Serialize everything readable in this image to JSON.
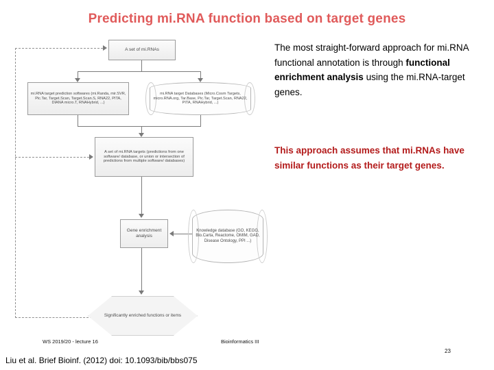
{
  "slide": {
    "title": "Predicting mi.RNA function based on target genes",
    "title_color": "#e05a5a"
  },
  "text_blocks": {
    "black_paragraph": {
      "part1": "The most straight-forward approach for mi.RNA functional annotation is through ",
      "bold": "functional enrichment analysis",
      "part2": " using the mi.RNA-target genes."
    },
    "red_paragraph": {
      "text": "This approach assumes that mi.RNAs have similar functions as their target genes.",
      "color": "#b31b1b"
    }
  },
  "figure": {
    "nodes": {
      "mirnas": "A set of mi.RNAs",
      "software": "mi.RNA target prediction softwares (mi.Randa, mir.SVR, Pic.Tar, Target.Scan, Target.Scan.S, RNA22, PITA, DIANA micro.T, RNAHybrid, ...)",
      "databases": "mi.RNA target Databases (Micro.Cosm Targets, micro.RNA.org, Tar.Base, Pic.Tar, Target.Scan, RNA22, PITA, RNAHybrid, ...)",
      "targets": "A set of mi.RNA targets (predictions from one software/ database, or union or intersection of predictions from multiple software/ databases)",
      "gene_enrichment": "Gene enrichment analysis",
      "knowledge": "Knowledge database (GO, KEGG, Bio.Carta, Reactome, OMIM, GAD, Disease Ontology, PPI ...)",
      "result": "Significantly enriched functions or items"
    },
    "line_color": "#7a7a7a",
    "dashed_color": "#8f8f8f"
  },
  "footer": {
    "left": "WS 2019/20 - lecture 16",
    "center": "Bioinformatics III",
    "page_number": "23",
    "citation": "Liu et al. Brief Bioinf. (2012) doi: 10.1093/bib/bbs075"
  }
}
